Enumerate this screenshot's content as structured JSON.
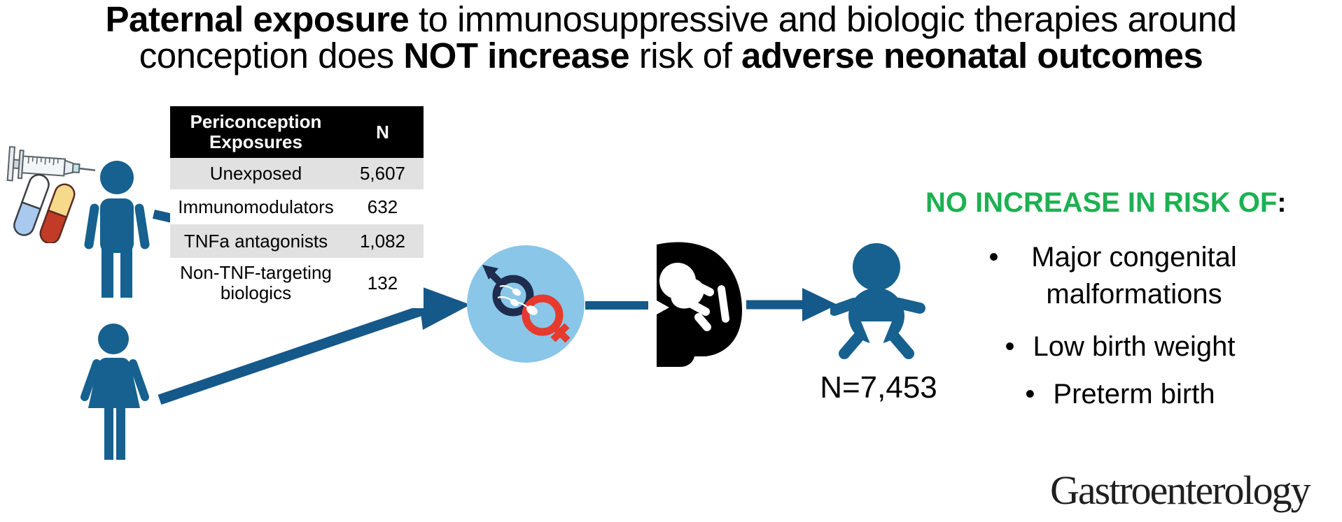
{
  "title": {
    "line1": [
      {
        "text": "Paternal exposure"
      },
      {
        "text": " to immunosuppressive and biologic therapies around"
      }
    ],
    "line2": [
      {
        "text": "conception does "
      },
      {
        "text": "NOT increase"
      },
      {
        "text": " risk of "
      },
      {
        "text": "adverse neonatal outcomes"
      }
    ]
  },
  "exposure_table": {
    "col1_header": "Periconception Exposures",
    "col2_header": "N",
    "rows": [
      {
        "label": "Unexposed",
        "n": "5,607"
      },
      {
        "label": "Immunomodulators",
        "n": "632"
      },
      {
        "label": "TNFa antagonists",
        "n": "1,082"
      },
      {
        "label": "Non-TNF-targeting biologics",
        "n": "132"
      }
    ]
  },
  "flow": {
    "icon_names": [
      "syringe-icon",
      "pills-icon",
      "father-icon",
      "mother-icon",
      "conception-icon",
      "pregnancy-icon",
      "baby-icon"
    ],
    "baby_count": "N=7,453"
  },
  "outcomes": {
    "heading": "NO INCREASE IN RISK OF",
    "heading_colon": ":",
    "bullet": "•",
    "items": [
      "Major congenital malformations",
      "Low birth weight",
      "Preterm birth"
    ]
  },
  "journal_logo": "Gastroenterology",
  "colors": {
    "figure_blue": "#16618f",
    "arrow_blue": "#15588a",
    "conception_circle_blue": "#8ac6e8",
    "male_symbol_navy": "#1e2c4e",
    "female_symbol_red": "#e63a2e",
    "risk_green": "#1cb152",
    "table_row_gray": "#e1e1e1",
    "table_header_bg": "#000000"
  }
}
